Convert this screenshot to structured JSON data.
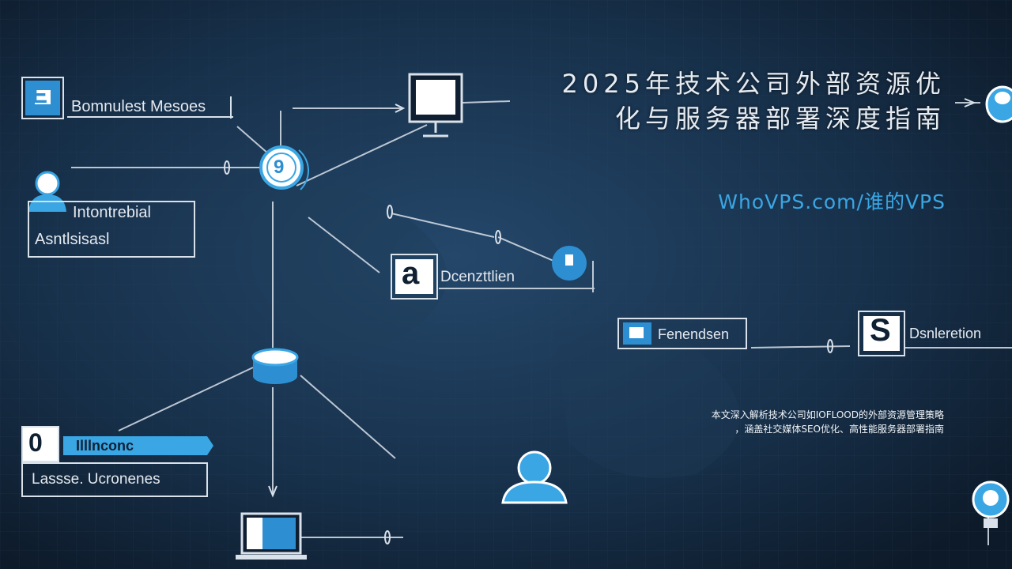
{
  "title": {
    "line1": "2025年技术公司外部资源优",
    "line2": "化与服务器部署深度指南"
  },
  "site": "WhoVPS.com/谁的VPS",
  "description": {
    "line1": "本文深入解析技术公司如IOFLOOD的外部资源管理策略",
    "line2": "，涵盖社交媒体SEO优化、高性能服务器部署指南"
  },
  "diagram_labels": {
    "top_left": "Bomnulest Mesoes",
    "left_mid_1": "Intontrebial",
    "left_mid_2": "Asntlsisasl",
    "center_box": "Dcenzttlien",
    "right_mid": "Fenendsen",
    "right_far": "Dsnleretion",
    "bottom_left_badge": "Illlnconc",
    "bottom_left": "Lassse. Ucronenes",
    "number_box": "0",
    "box_a": "a",
    "box_s": "S",
    "box_e": "E",
    "node_letter": "9"
  },
  "colors": {
    "background": "#142336",
    "accent_blue": "#3aa6e4",
    "line": "#d9e1ea"
  },
  "icons": [
    "monitor-icon",
    "user-icon",
    "network-node-icon",
    "database-icon",
    "laptop-icon",
    "lightbulb-icon",
    "pin-icon"
  ]
}
